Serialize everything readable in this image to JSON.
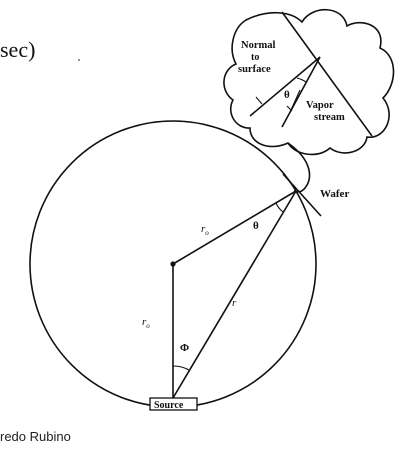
{
  "top_left_fragment": "sec)",
  "inset": {
    "normal_label": [
      "Normal",
      "to",
      "surface"
    ],
    "theta": "θ",
    "vapor_label": [
      "Vapor",
      "stream"
    ]
  },
  "main": {
    "wafer_label": "Wafer",
    "r0_upper": "r",
    "r0_upper_sub": "o",
    "theta": "θ",
    "r_label": "r",
    "r0_left": "r",
    "r0_left_sub": "o",
    "phi": "Φ",
    "source_label": "Source"
  },
  "credit": "redo Rubino"
}
